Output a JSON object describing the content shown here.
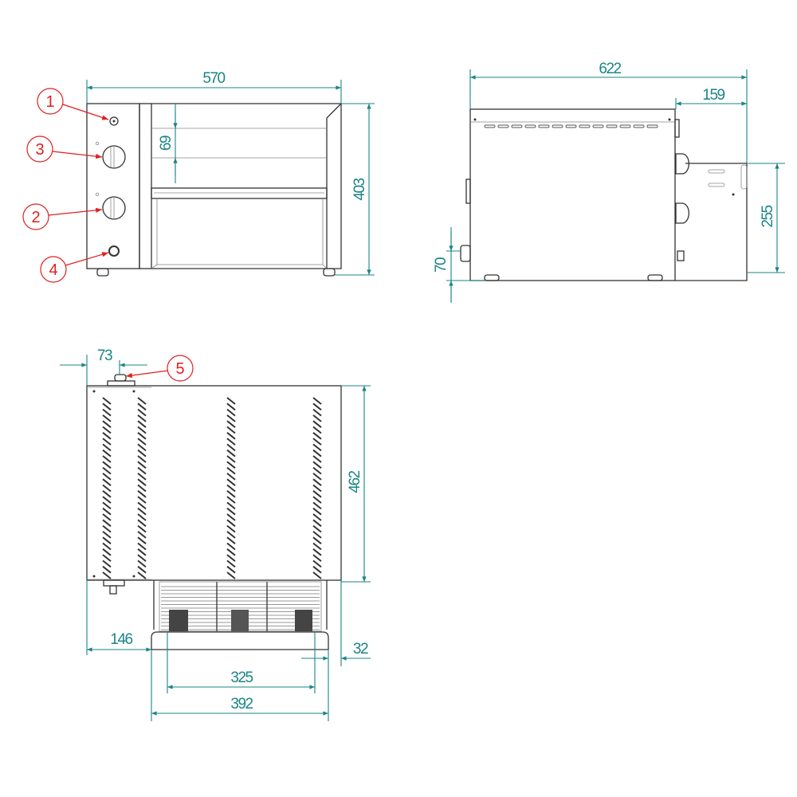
{
  "views": {
    "front": {
      "dimensions": {
        "width": "570",
        "height": "403",
        "opening": "69"
      },
      "callouts": [
        "1",
        "3",
        "2",
        "4"
      ]
    },
    "side": {
      "dimensions": {
        "depth": "622",
        "rear_box_depth": "159",
        "rear_box_height": "255",
        "fitting_height": "70"
      }
    },
    "top": {
      "dimensions": {
        "fitting_offset": "73",
        "depth": "462",
        "tray_offset": "146",
        "tray_overhang": "32",
        "belt_width": "325",
        "tray_width": "392"
      },
      "callouts": [
        "5"
      ]
    }
  },
  "colors": {
    "dimension": "#1a8585",
    "callout": "#e02020",
    "line": "#333333"
  }
}
